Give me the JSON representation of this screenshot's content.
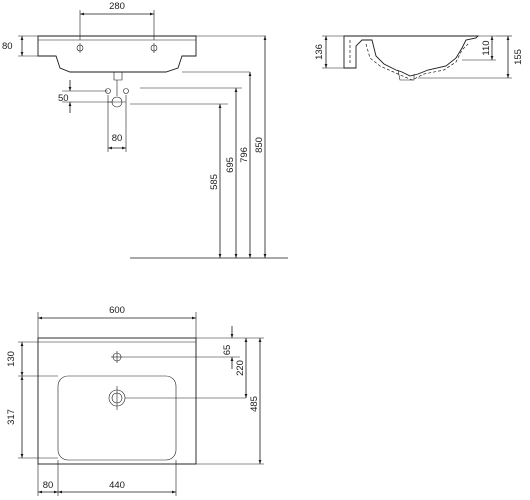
{
  "front_view": {
    "dims": {
      "tap_spacing": "280",
      "rim_height": "80",
      "waste_offset": "50",
      "waste_width": "80",
      "h_585": "585",
      "h_695": "695",
      "h_796": "796",
      "h_850": "850"
    }
  },
  "side_view": {
    "dims": {
      "depth_136": "136",
      "depth_110": "110",
      "depth_155": "155"
    }
  },
  "top_view": {
    "dims": {
      "overall_width": "600",
      "back_margin": "130",
      "bowl_length": "317",
      "side_margin": "80",
      "bowl_width": "440",
      "tap_hole_offset": "65",
      "drain_offset": "220",
      "overall_depth": "485"
    }
  }
}
